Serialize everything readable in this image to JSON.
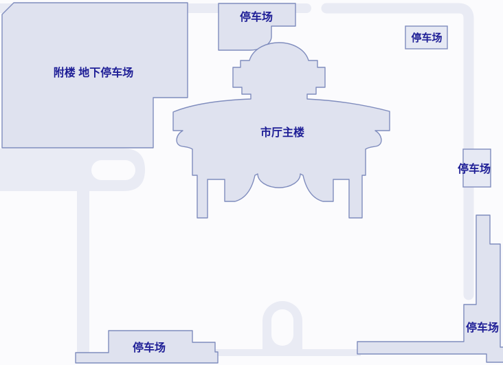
{
  "map": {
    "colors": {
      "background": "#fbfbfd",
      "road": "#e9ebf4",
      "building_fill": "#dfe2ef",
      "building_border": "#7f8cbd",
      "label_text": "#1e1e96"
    },
    "buildings": {
      "annex": {
        "label": "附楼 地下停车场"
      },
      "main": {
        "label": "市厅主楼"
      },
      "parking_top": {
        "label": "停车场"
      },
      "parking_top_right": {
        "label": "停车场"
      },
      "parking_right": {
        "label": "停车场"
      },
      "parking_bottom_right": {
        "label": "停车场"
      },
      "parking_bottom": {
        "label": "停车场"
      }
    }
  }
}
